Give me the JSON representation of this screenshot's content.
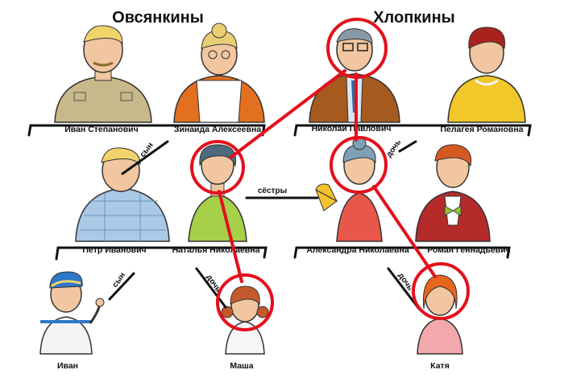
{
  "families": {
    "left": "Овсянкины",
    "right": "Хлопкины"
  },
  "people": {
    "ivan_st": "Иван Степанович",
    "zinaida": "Зинаида Алексеевна",
    "nikolay": "Николай Павлович",
    "pelageya": "Пелагея Романовна",
    "petr": "Пётр Иванович",
    "natalya": "Наталья Николаевна",
    "alexandra": "Александра Николаевна",
    "roman": "Роман Геннадьевич",
    "ivan": "Иван",
    "masha": "Маша",
    "katya": "Катя"
  },
  "relations": {
    "petr_son": "сын",
    "natalya_daughter": "дочь",
    "sisters": "сёстры",
    "ivan_son": "сын",
    "masha_daughter": "дочь",
    "katya_daughter": "дочь"
  },
  "colors": {
    "highlight": "#e3101c",
    "line": "#111111"
  }
}
